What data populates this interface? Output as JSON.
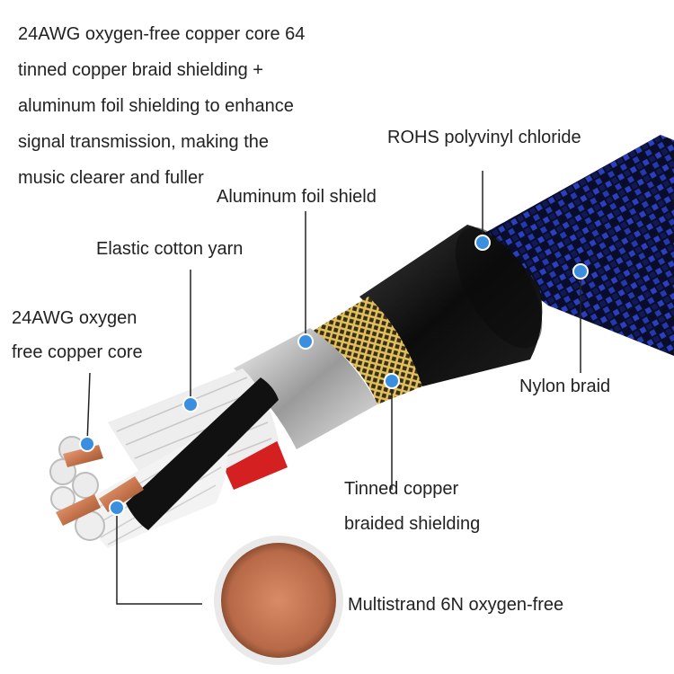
{
  "intro_lines": [
    "24AWG oxygen-free copper core 64",
    "tinned copper braid shielding +",
    "aluminum foil shielding to enhance",
    "signal transmission, making the",
    "music clearer and fuller"
  ],
  "labels": {
    "rohs": "ROHS polyvinyl chloride",
    "aluminum_foil": "Aluminum foil shield",
    "cotton_yarn": "Elastic cotton yarn",
    "copper_core_line1": "24AWG oxygen",
    "copper_core_line2": "free copper core",
    "nylon_braid": "Nylon braid",
    "tinned_line1": "Tinned copper",
    "tinned_line2": "braided shielding",
    "multistrand": "Multistrand 6N oxygen-free"
  },
  "colors": {
    "marker_dot": "#3b8fe0",
    "leader_line": "#222222",
    "nylon_blue": "#2b3fbf",
    "jacket_black": "#111111",
    "copper": "#c8764e",
    "tinned_gold": "#c9a64a",
    "foil_silver": "#d9d9d9"
  }
}
